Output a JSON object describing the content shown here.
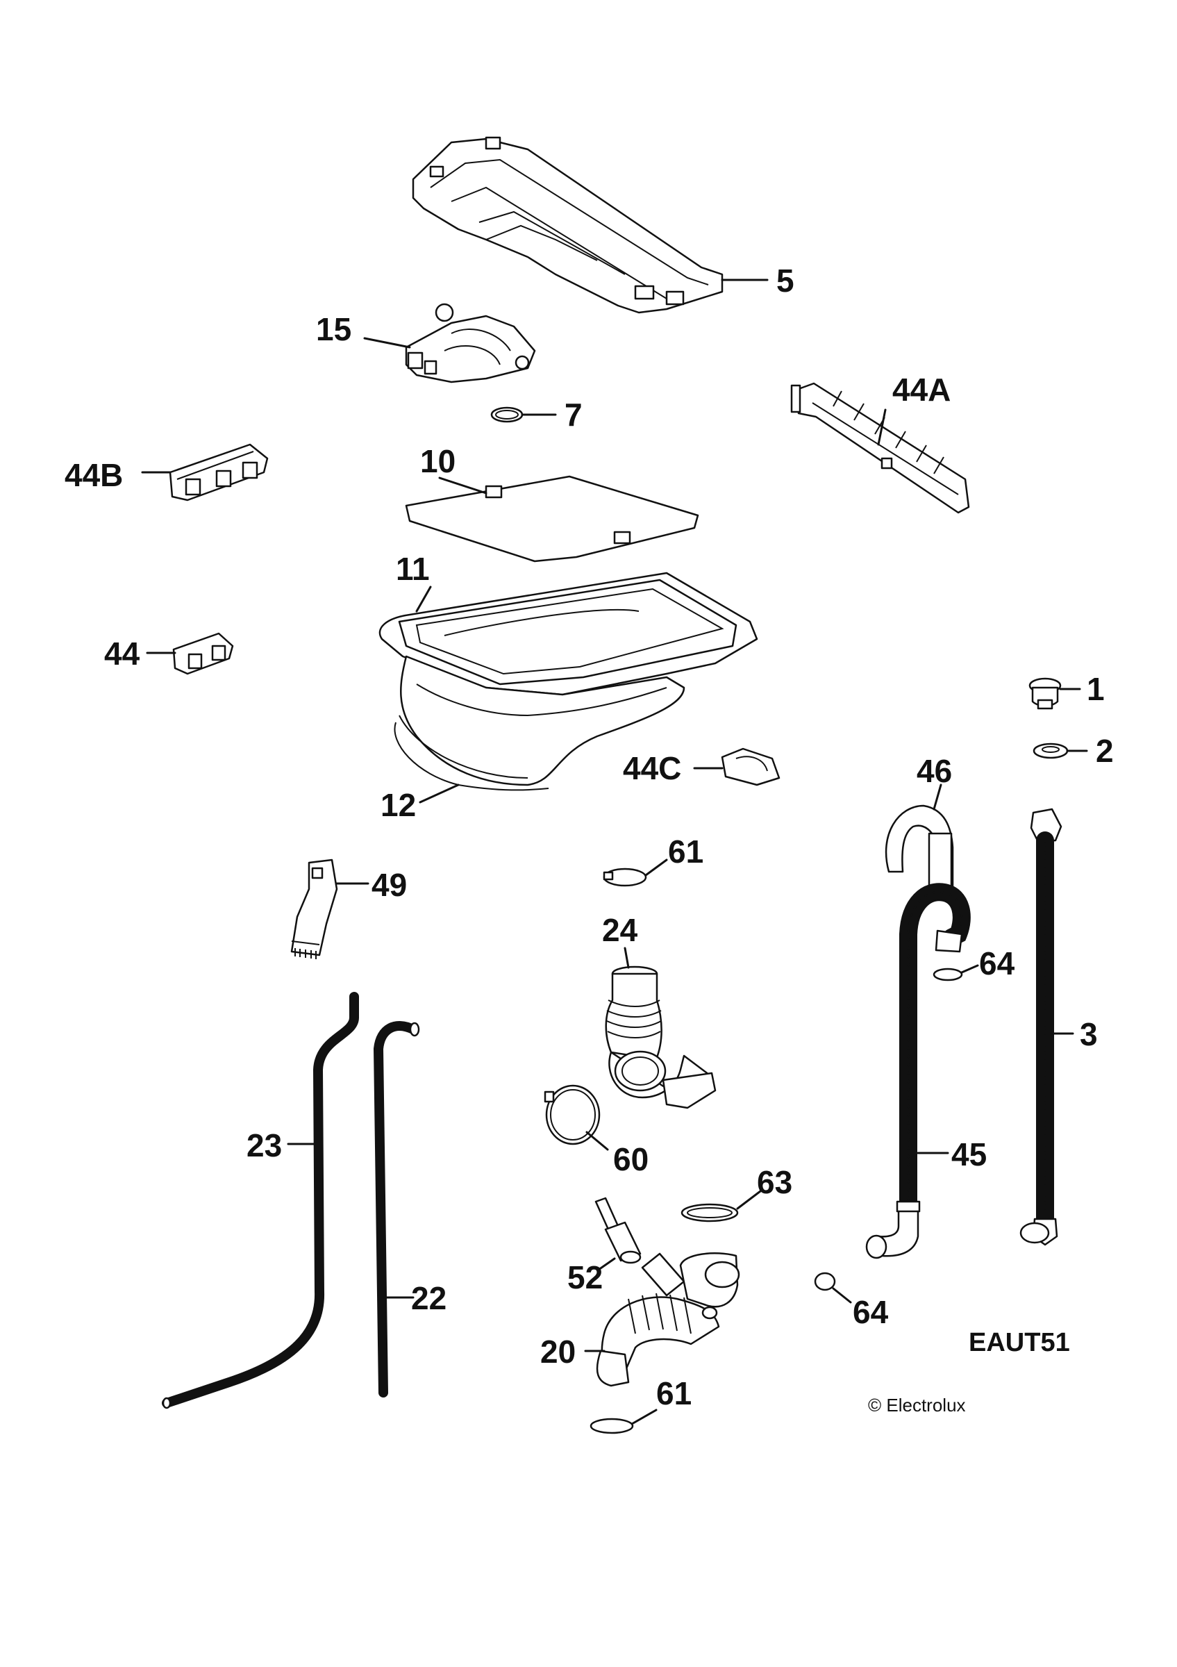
{
  "callouts": {
    "p5": "5",
    "p15": "15",
    "p7": "7",
    "p44a": "44A",
    "p44b": "44B",
    "p10": "10",
    "p11": "11",
    "p44": "44",
    "p1": "1",
    "p2": "2",
    "p44c": "44C",
    "p46": "46",
    "p12": "12",
    "p61_top": "61",
    "p49": "49",
    "p24": "24",
    "p64_right": "64",
    "p3": "3",
    "p23": "23",
    "p60": "60",
    "p45": "45",
    "p63": "63",
    "p52": "52",
    "p22": "22",
    "p64_bottom": "64",
    "p20": "20",
    "p61_bottom": "61"
  },
  "diagram_code": "EAUT51",
  "copyright": "© Electrolux"
}
